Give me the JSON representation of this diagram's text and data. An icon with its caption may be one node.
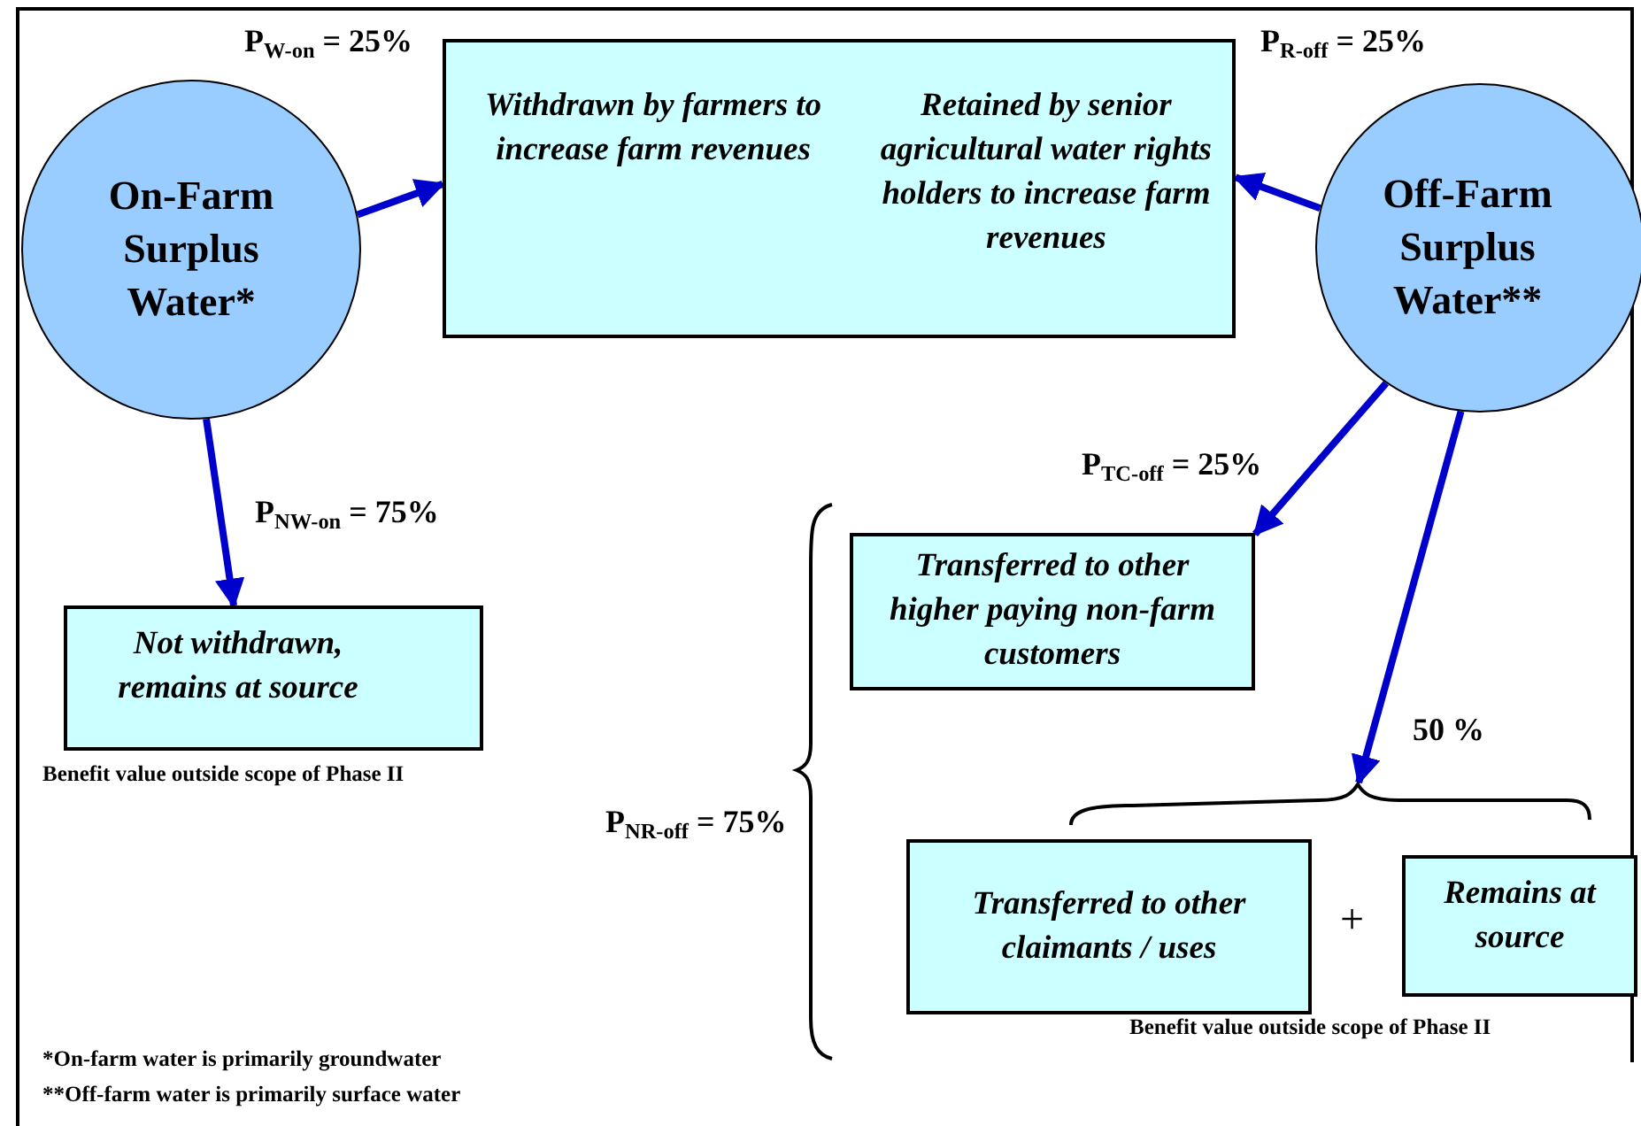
{
  "diagram": {
    "nodes": [
      {
        "text": [
          "On-Farm Surplus Water*"
        ]
      },
      {
        "text": [
          "Withdrawn by farmers to increase farm revenues",
          "Retained by senior agricultural water rights holders to increase farm revenues"
        ]
      },
      {
        "text": [
          "Off-Farm Surplus Water**"
        ]
      },
      {
        "text": [
          "Not withdrawn, remains at source"
        ],
        "beside": [
          "Benefit value outside scope of Phase II"
        ]
      },
      {
        "text": [
          "Transferred to other higher paying non-farm customers"
        ]
      },
      {
        "text": [
          "Transferred to other claimants / uses"
        ]
      },
      {
        "text": [
          "Remains at source"
        ]
      },
      {
        "text": [],
        "shape": "brace"
      }
    ],
    "edges": [
      {
        "from": 0,
        "to": 1,
        "arrow": "to",
        "label": "P$_{W-on}$ = 25%"
      },
      {
        "from": 2,
        "to": 1,
        "arrow": "to",
        "label": "P$_{R-off}$ = 25%"
      },
      {
        "from": 0,
        "to": 3,
        "arrow": "to",
        "label": "P$_{NW-on}$ = 75%"
      },
      {
        "from": 2,
        "to": 4,
        "arrow": "to",
        "label": "P$_{TC-off}$ = 25%"
      },
      {
        "from": 2,
        "to": 7,
        "arrow": "to",
        "label": "50 %"
      }
    ],
    "labels": [
      "P$_{NR-off}$ = 75%",
      "+",
      "Benefit value outside scope of  Phase II",
      "*On-farm water is primarily groundwater",
      "**Off-farm water is primarily surface water"
    ]
  }
}
